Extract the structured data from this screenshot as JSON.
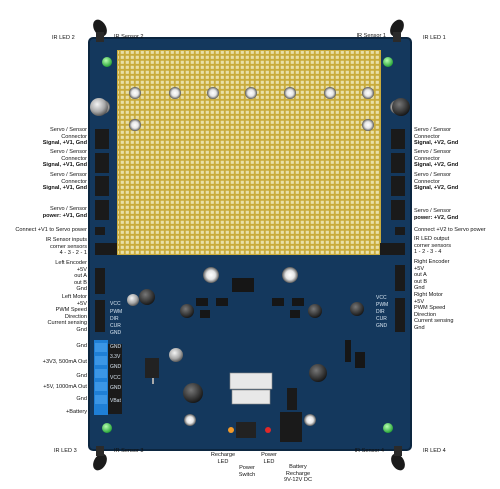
{
  "corners": {
    "tl_led": "IR LED 2",
    "tl_sensor": "IR Sensor 2",
    "tr_sensor": "IR Sensor 1",
    "tr_led": "IR LED 1",
    "bl_led": "IR LED 3",
    "bl_sensor": "IR Sensor 3",
    "br_sensor": "IR Sensor 4",
    "br_led": "IR LED 4"
  },
  "left_labels": {
    "servo1": [
      "Servo / Sensor",
      "Connector",
      "Signal, +V1, Gnd"
    ],
    "servo2": [
      "Servo / Sensor",
      "Connector",
      "Signal, +V1, Gnd"
    ],
    "servo3": [
      "Servo / Sensor",
      "Connector",
      "Signal, +V1, Gnd"
    ],
    "servo_power": [
      "Servo / Sensor",
      "power: +V1, Gnd"
    ],
    "connect": "Connect +V1 to Servo power",
    "ir_inputs": [
      "IR Sensor inputs",
      "corner sensors",
      "4 - 3 - 2 - 1"
    ],
    "encoder": [
      "Left Encoder",
      "+5V",
      "out A",
      "out B",
      "Gnd"
    ],
    "motor": [
      "Left Motor",
      "+5V",
      "PWM Speed",
      "Direction",
      "Current sensing",
      "Gnd"
    ],
    "power": [
      "+3V3, 500mA Out",
      "Gnd",
      "+5V, 1000mA Out",
      "Gnd",
      "+Battery"
    ],
    "power_top_gnd": "Gnd"
  },
  "right_labels": {
    "servo1": [
      "Servo / Sensor",
      "Connector",
      "Signal, +V2, Gnd"
    ],
    "servo2": [
      "Servo / Sensor",
      "Connector",
      "Signal, +V2, Gnd"
    ],
    "servo3": [
      "Servo / Sensor",
      "Connector",
      "Signal, +V2, Gnd"
    ],
    "servo_power": [
      "Servo / Sensor",
      "power: +V2, Gnd"
    ],
    "connect": "Connect +V2 to Servo power",
    "ir_output": [
      "IR LED output",
      "corner sensors",
      "1 - 2 - 3 - 4"
    ],
    "encoder": [
      "Right Encoder",
      "+5V",
      "out A",
      "out B",
      "Gnd"
    ],
    "motor": [
      "Right Motor",
      "+5V",
      "PWM Speed",
      "Direction",
      "Current sensing",
      "Gnd"
    ]
  },
  "bottom_labels": {
    "recharge_led": [
      "Recharge",
      "LED"
    ],
    "power_led": [
      "Power",
      "LED"
    ],
    "power_switch": [
      "Power",
      "Switch"
    ],
    "battery": [
      "Battery",
      "Recharge",
      "9V-12V DC"
    ]
  },
  "colors": {
    "board": "#14385d",
    "board_edge": "#0c2640",
    "proto_area": "#c9ab3c",
    "pad": "#e8dfa8",
    "header": "#1a1a1a",
    "terminal": "#1f7fd6",
    "silk": "#d9e6f2"
  }
}
